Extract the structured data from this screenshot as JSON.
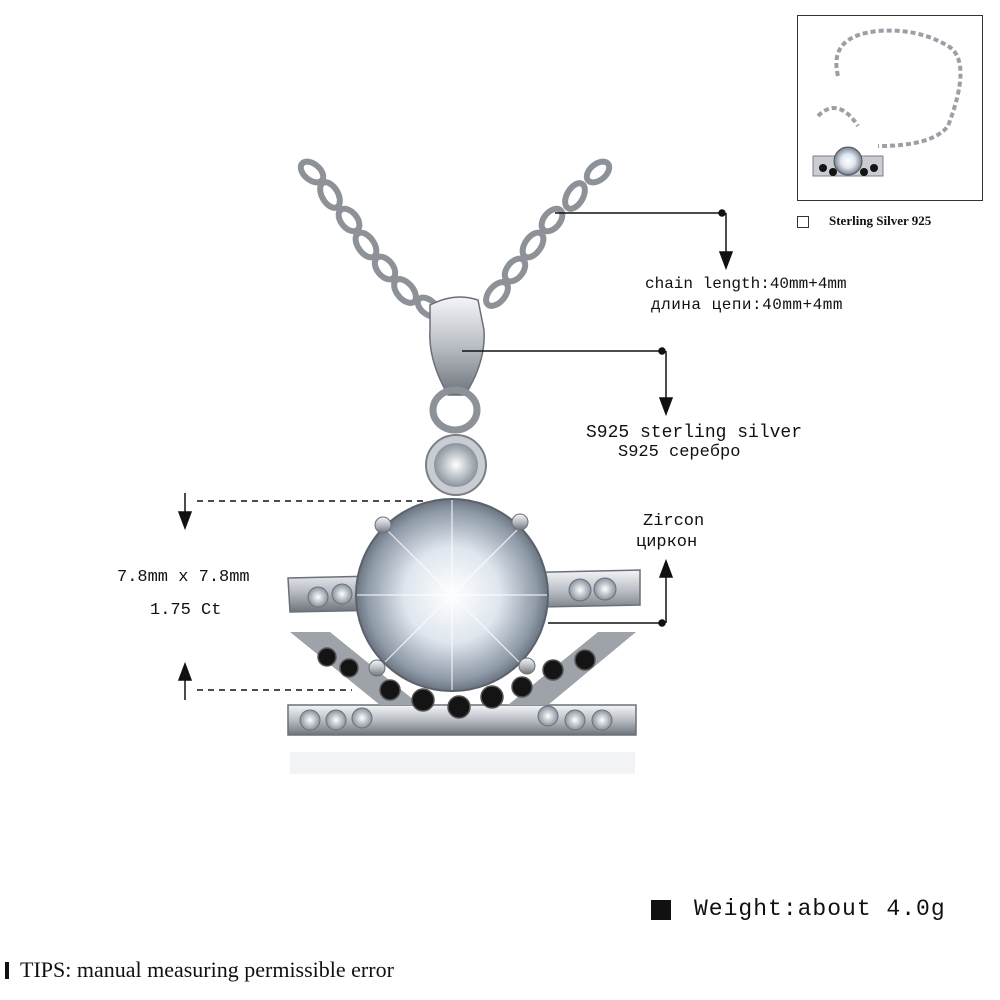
{
  "legend": {
    "label": "Sterling Silver 925"
  },
  "specs": {
    "chain_length_en": "chain length:40mm+4mm",
    "chain_length_ru": "длина цепи:40mm+4mm",
    "material_en": "S925 sterling silver",
    "material_ru": "S925 серебро",
    "stone_en": "Zircon",
    "stone_ru": "циркон",
    "stone_size": "7.8mm x 7.8mm",
    "stone_carat": "1.75 Ct",
    "weight": "Weight:about 4.0g"
  },
  "tips": "TIPS: manual measuring permissible error",
  "colors": {
    "silver": "#c9ccd1",
    "silver_dark": "#7a7f87",
    "onyx": "#141414",
    "ink": "#111111"
  }
}
